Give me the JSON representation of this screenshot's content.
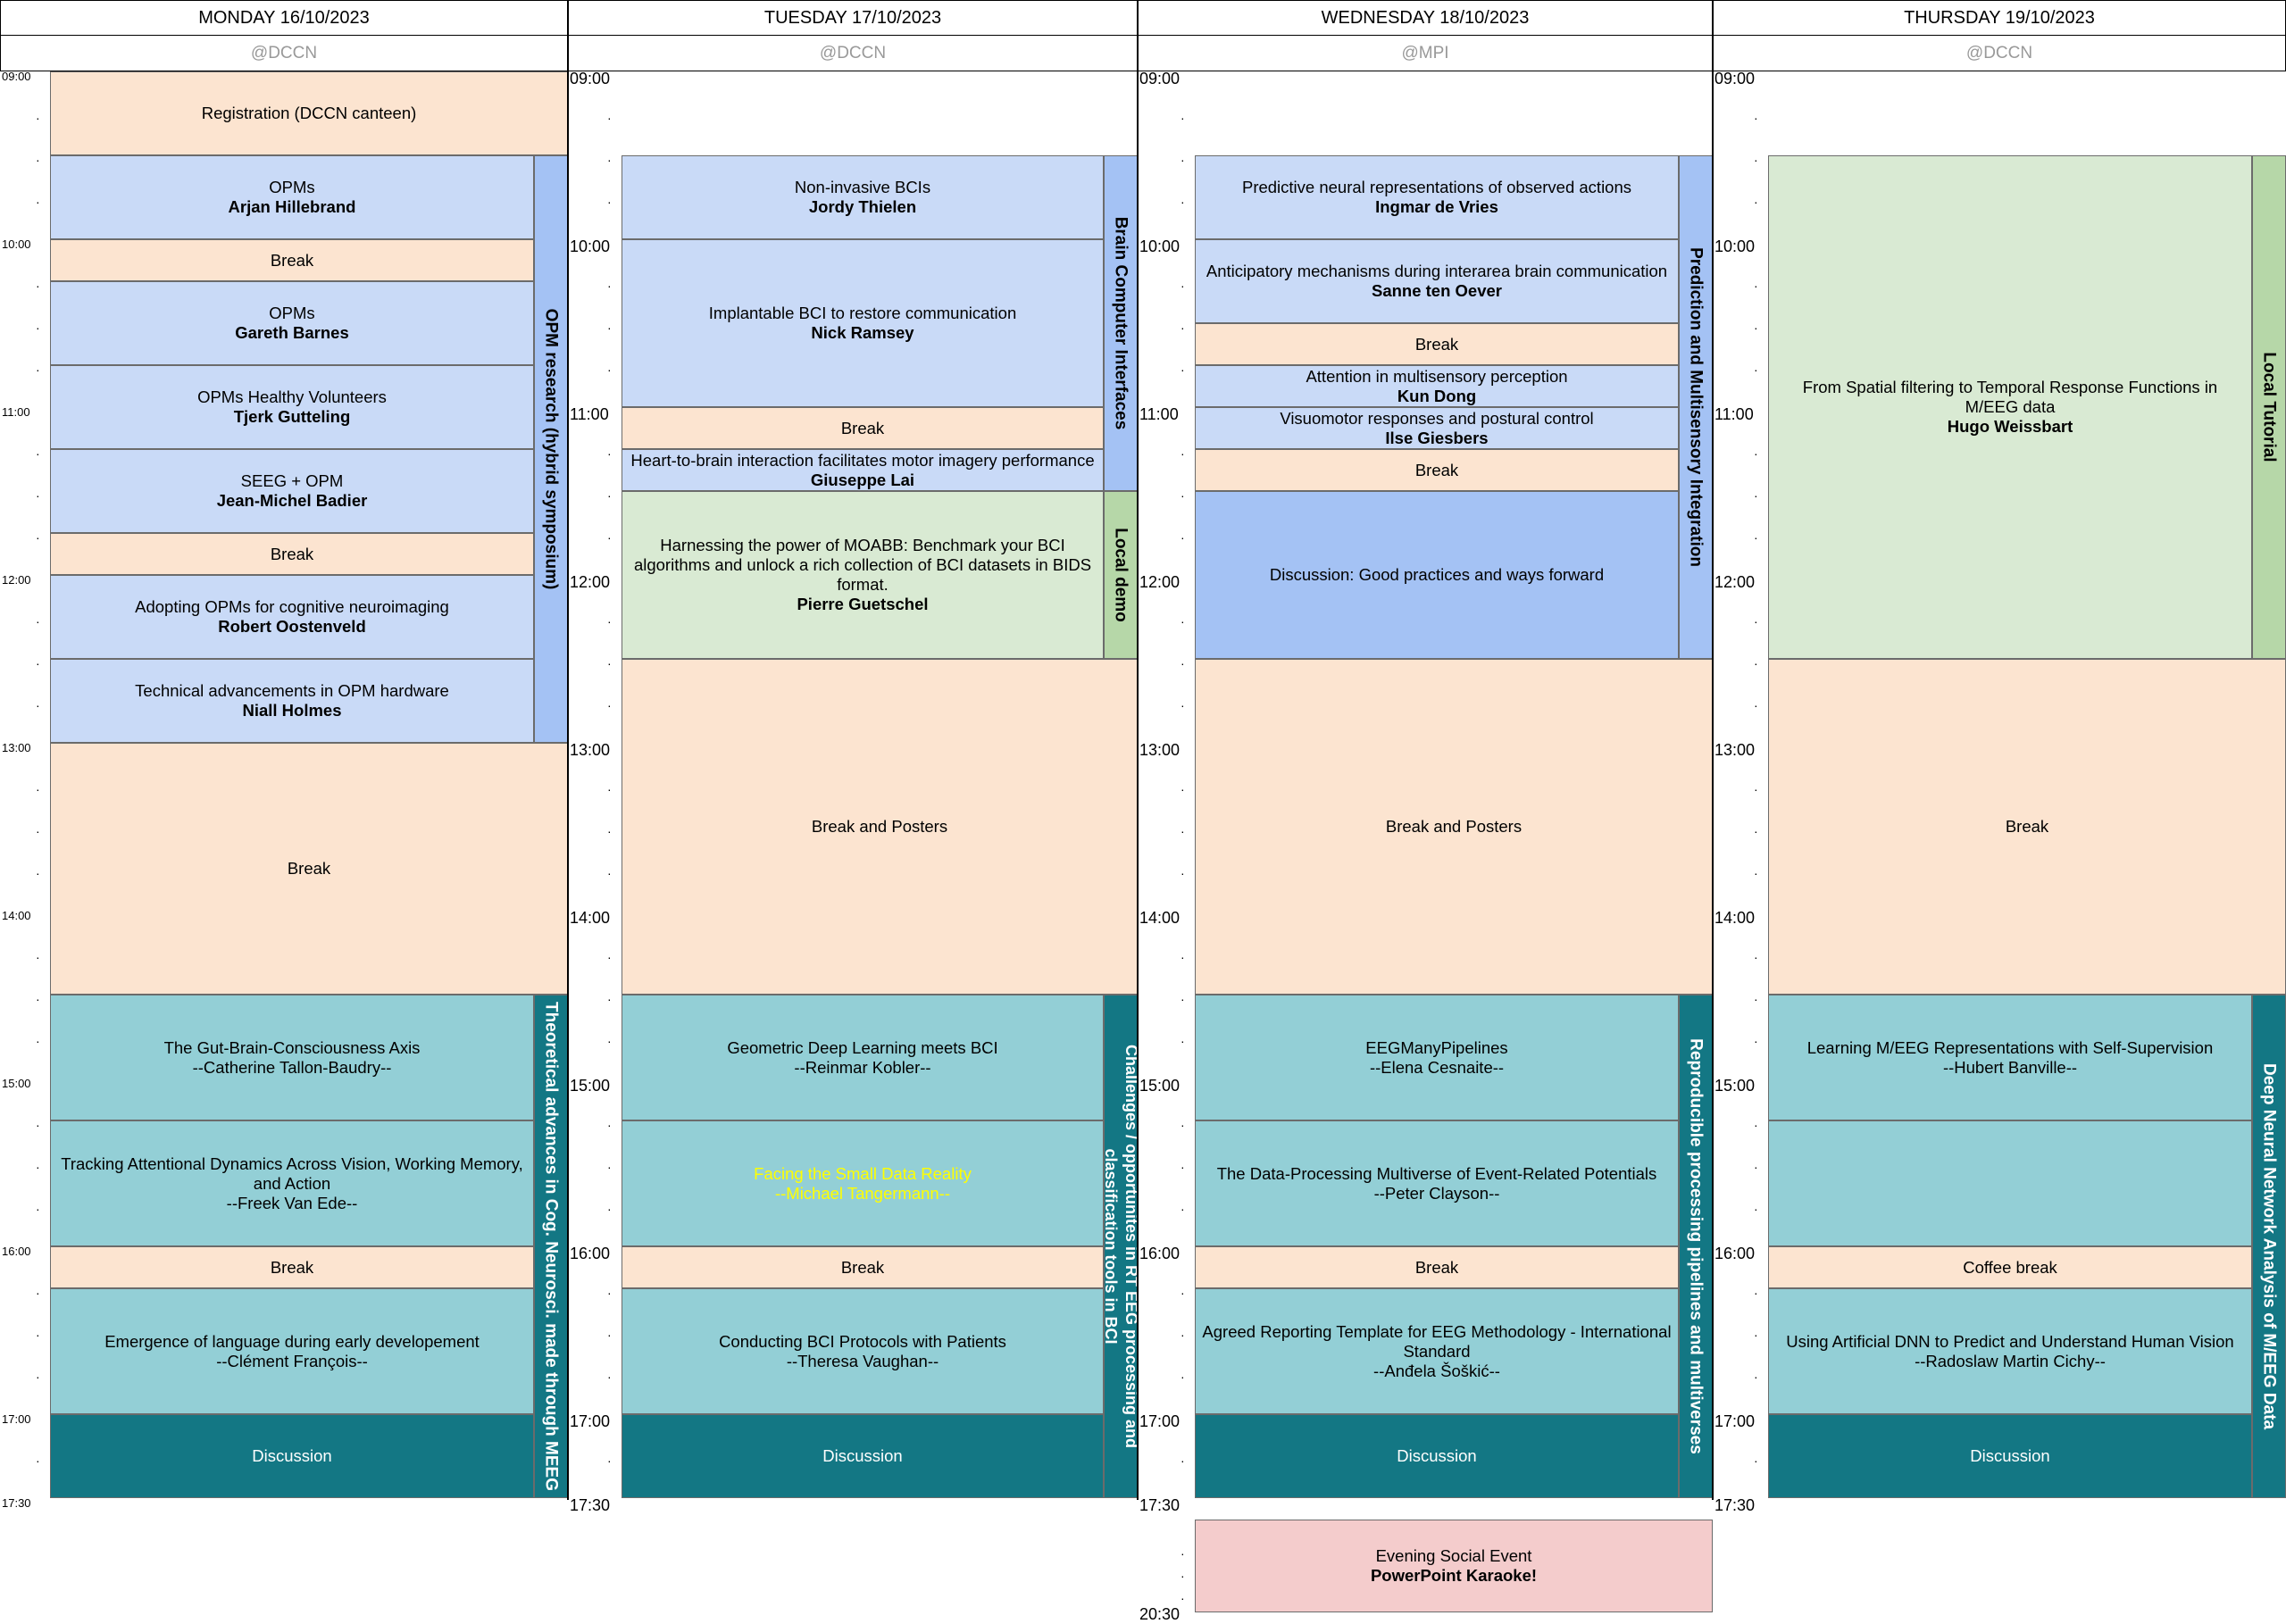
{
  "colors": {
    "break": "#fce4d0",
    "talk": "#c9daf7",
    "track_blue": "#a4c2f4",
    "demo": "#d9ead3",
    "track_green": "#b6d7a8",
    "theory": "#93cfd6",
    "discussion": "#137784",
    "social": "#f4cccc",
    "highlight_text": "#ffff00"
  },
  "days": [
    {
      "title": "MONDAY 16/10/2023",
      "venue": "@DCCN",
      "ticks": [
        "09:00",
        "10:00",
        "11:00",
        "12:00",
        "13:00",
        "14:00",
        "15:00",
        "16:00",
        "17:00",
        "17:30"
      ],
      "blocks": [
        {
          "type": "break",
          "full": true,
          "start": "09:00",
          "end": "09:30",
          "title": "Registration (DCCN canteen)"
        },
        {
          "type": "talk",
          "start": "09:30",
          "end": "10:00",
          "title": "OPMs",
          "speaker": "Arjan Hillebrand"
        },
        {
          "type": "break",
          "start": "10:00",
          "end": "10:15",
          "title": "Break"
        },
        {
          "type": "talk",
          "start": "10:15",
          "end": "10:45",
          "title": "OPMs",
          "speaker": "Gareth Barnes"
        },
        {
          "type": "talk",
          "start": "10:45",
          "end": "11:15",
          "title": "OPMs Healthy Volunteers",
          "speaker": "Tjerk Gutteling"
        },
        {
          "type": "talk",
          "start": "11:15",
          "end": "11:45",
          "title": "SEEG + OPM",
          "speaker": "Jean-Michel Badier"
        },
        {
          "type": "break",
          "start": "11:45",
          "end": "12:00",
          "title": "Break"
        },
        {
          "type": "talk",
          "start": "12:00",
          "end": "12:30",
          "title": "Adopting OPMs for cognitive neuroimaging",
          "speaker": "Robert Oostenveld"
        },
        {
          "type": "talk",
          "start": "12:30",
          "end": "13:00",
          "title": "Technical advancements in OPM hardware",
          "speaker": "Niall Holmes"
        },
        {
          "type": "break",
          "full": true,
          "start": "13:00",
          "end": "14:30",
          "title": "Break"
        },
        {
          "type": "theory",
          "start": "14:30",
          "end": "15:15",
          "title": "The Gut-Brain-Consciousness Axis",
          "speaker": "--Catherine Tallon-Baudry--"
        },
        {
          "type": "theory",
          "start": "15:15",
          "end": "16:00",
          "title": "Tracking Attentional Dynamics Across Vision, Working Memory, and Action",
          "speaker": "--Freek Van Ede--"
        },
        {
          "type": "break",
          "start": "16:00",
          "end": "16:15",
          "title": "Break"
        },
        {
          "type": "theory",
          "start": "16:15",
          "end": "17:00",
          "title": "Emergence of language during early developement",
          "speaker": "--Clément François--"
        },
        {
          "type": "discussion",
          "start": "17:00",
          "end": "17:30",
          "title": "Discussion"
        }
      ],
      "tracks": [
        {
          "type": "track_blue",
          "start": "09:30",
          "end": "13:00",
          "label": "OPM research (hybrid symposium)"
        },
        {
          "type": "discussion",
          "start": "14:30",
          "end": "17:30",
          "label": "Theoretical advances in Cog. Neurosci. made through MEEG"
        }
      ]
    },
    {
      "title": "TUESDAY 17/10/2023",
      "venue": "@DCCN",
      "ticks": [
        "09:00",
        "10:00",
        "11:00",
        "12:00",
        "13:00",
        "14:00",
        "15:00",
        "16:00",
        "17:00",
        "17:30"
      ],
      "blocks": [
        {
          "type": "talk",
          "start": "09:30",
          "end": "10:00",
          "title": "Non-invasive BCIs",
          "speaker": "Jordy Thielen"
        },
        {
          "type": "talk",
          "start": "10:00",
          "end": "11:00",
          "title": "Implantable BCI to restore communication",
          "speaker": "Nick Ramsey"
        },
        {
          "type": "break",
          "start": "11:00",
          "end": "11:15",
          "title": "Break"
        },
        {
          "type": "talk",
          "start": "11:15",
          "end": "11:30",
          "title": "Heart-to-brain interaction facilitates motor imagery performance",
          "speaker": "Giuseppe Lai"
        },
        {
          "type": "demo",
          "start": "11:30",
          "end": "12:30",
          "title": "Harnessing the power of MOABB: Benchmark your BCI algorithms and unlock a rich collection of BCI datasets in BIDS format.",
          "speaker": "Pierre Guetschel"
        },
        {
          "type": "break",
          "full": true,
          "start": "12:30",
          "end": "14:30",
          "title": "Break and Posters"
        },
        {
          "type": "theory",
          "start": "14:30",
          "end": "15:15",
          "title": "Geometric Deep Learning meets BCI",
          "speaker": "--Reinmar Kobler--"
        },
        {
          "type": "theory",
          "highlight": true,
          "start": "15:15",
          "end": "16:00",
          "title": "Facing the Small Data Reality",
          "speaker": "--Michael Tangermann--"
        },
        {
          "type": "break",
          "start": "16:00",
          "end": "16:15",
          "title": "Break"
        },
        {
          "type": "theory",
          "start": "16:15",
          "end": "17:00",
          "title": "Conducting BCI Protocols with Patients",
          "speaker": "--Theresa Vaughan--"
        },
        {
          "type": "discussion",
          "start": "17:00",
          "end": "17:30",
          "title": "Discussion"
        }
      ],
      "tracks": [
        {
          "type": "track_blue",
          "start": "09:30",
          "end": "11:30",
          "label": "Brain Computer Interfaces"
        },
        {
          "type": "track_green",
          "start": "11:30",
          "end": "12:30",
          "label": "Local demo"
        },
        {
          "type": "discussion",
          "start": "14:30",
          "end": "17:30",
          "label": "Challenges / opportunites in RT EEG processing and classification tools in BCI"
        }
      ]
    },
    {
      "title": "WEDNESDAY 18/10/2023",
      "venue": "@MPI",
      "ticks": [
        "09:00",
        "10:00",
        "11:00",
        "12:00",
        "13:00",
        "14:00",
        "15:00",
        "16:00",
        "17:00",
        "17:30",
        "20:30"
      ],
      "blocks": [
        {
          "type": "talk",
          "start": "09:30",
          "end": "10:00",
          "title": "Predictive neural representations of observed actions",
          "speaker": "Ingmar de Vries"
        },
        {
          "type": "talk",
          "start": "10:00",
          "end": "10:30",
          "title": "Anticipatory mechanisms during interarea brain communication",
          "speaker": "Sanne ten Oever"
        },
        {
          "type": "break",
          "start": "10:30",
          "end": "10:45",
          "title": "Break"
        },
        {
          "type": "talk",
          "start": "10:45",
          "end": "11:00",
          "title": "Attention in multisensory perception",
          "speaker": "Kun Dong"
        },
        {
          "type": "talk",
          "start": "11:00",
          "end": "11:15",
          "title": "Visuomotor responses and postural control",
          "speaker": "Ilse Giesbers"
        },
        {
          "type": "break",
          "start": "11:15",
          "end": "11:30",
          "title": "Break"
        },
        {
          "type": "track_blue",
          "start": "11:30",
          "end": "12:30",
          "title": "Discussion: Good practices and ways forward"
        },
        {
          "type": "break",
          "full": true,
          "start": "12:30",
          "end": "14:30",
          "title": "Break and Posters"
        },
        {
          "type": "theory",
          "start": "14:30",
          "end": "15:15",
          "title": "EEGManyPipelines",
          "speaker": "--Elena Cesnaite--"
        },
        {
          "type": "theory",
          "start": "15:15",
          "end": "16:00",
          "title": "The Data-Processing Multiverse of Event-Related Potentials",
          "speaker": "--Peter Clayson--"
        },
        {
          "type": "break",
          "start": "16:00",
          "end": "16:15",
          "title": "Break"
        },
        {
          "type": "theory",
          "start": "16:15",
          "end": "17:00",
          "title": "Agreed Reporting Template for EEG Methodology - International Standard",
          "speaker": "--Anđela Šoškić--"
        },
        {
          "type": "discussion",
          "start": "17:00",
          "end": "17:30",
          "title": "Discussion"
        },
        {
          "type": "social",
          "full": true,
          "start": "17:35",
          "end": "18:10",
          "title": "Evening Social Event",
          "speaker": "PowerPoint Karaoke!"
        }
      ],
      "tracks": [
        {
          "type": "track_blue",
          "start": "09:30",
          "end": "12:30",
          "label": "Prediction and Multisensory Integration"
        },
        {
          "type": "discussion",
          "start": "14:30",
          "end": "17:30",
          "label": "Reproducible processing  pipelines and multiverses"
        }
      ]
    },
    {
      "title": "THURSDAY 19/10/2023",
      "venue": "@DCCN",
      "ticks": [
        "09:00",
        "10:00",
        "11:00",
        "12:00",
        "13:00",
        "14:00",
        "15:00",
        "16:00",
        "17:00",
        "17:30"
      ],
      "blocks": [
        {
          "type": "demo",
          "start": "09:30",
          "end": "12:30",
          "title": "From Spatial filtering to Temporal Response Functions in M/EEG data",
          "speaker": "Hugo Weissbart"
        },
        {
          "type": "break",
          "full": true,
          "start": "12:30",
          "end": "14:30",
          "title": "Break"
        },
        {
          "type": "theory",
          "start": "14:30",
          "end": "15:15",
          "title": "Learning M/EEG Representations with Self-Supervision",
          "speaker": "--Hubert Banville--"
        },
        {
          "type": "theory",
          "start": "15:15",
          "end": "16:00",
          "title": "",
          "speaker": ""
        },
        {
          "type": "break",
          "start": "16:00",
          "end": "16:15",
          "title": "Coffee break"
        },
        {
          "type": "theory",
          "start": "16:15",
          "end": "17:00",
          "title": "Using Artificial DNN to Predict and Understand Human Vision",
          "speaker": "--Radoslaw Martin Cichy--"
        },
        {
          "type": "discussion",
          "start": "17:00",
          "end": "17:30",
          "title": "Discussion"
        }
      ],
      "tracks": [
        {
          "type": "track_green",
          "start": "09:30",
          "end": "12:30",
          "label": "Local Tutorial"
        },
        {
          "type": "discussion",
          "start": "14:30",
          "end": "17:30",
          "label": "Deep Neural Network Analysis of M/EEG Data"
        }
      ]
    }
  ]
}
